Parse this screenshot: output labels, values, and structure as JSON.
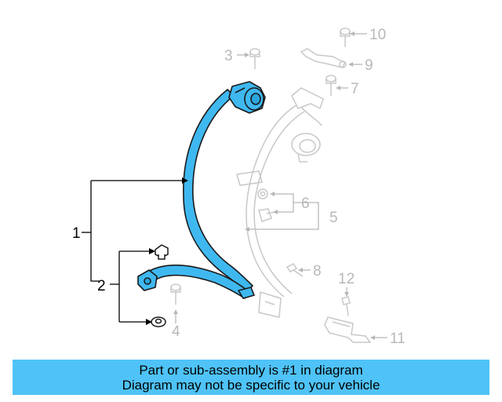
{
  "callouts": {
    "c1": "1",
    "c2": "2",
    "c3": "3",
    "c4": "4",
    "c5": "5",
    "c6": "6",
    "c7": "7",
    "c8": "8",
    "c9": "9",
    "c10": "10",
    "c11": "11",
    "c12": "12"
  },
  "banner": {
    "line1": "Part or sub-assembly is #1 in diagram",
    "line2": "Diagram may not be specific to your vehicle"
  },
  "colors": {
    "highlight": "#3fb8f0",
    "banner_bg": "#4fc3f7",
    "ghost_part": "#c8c8c8",
    "callout_gray": "#b8b8b8"
  }
}
